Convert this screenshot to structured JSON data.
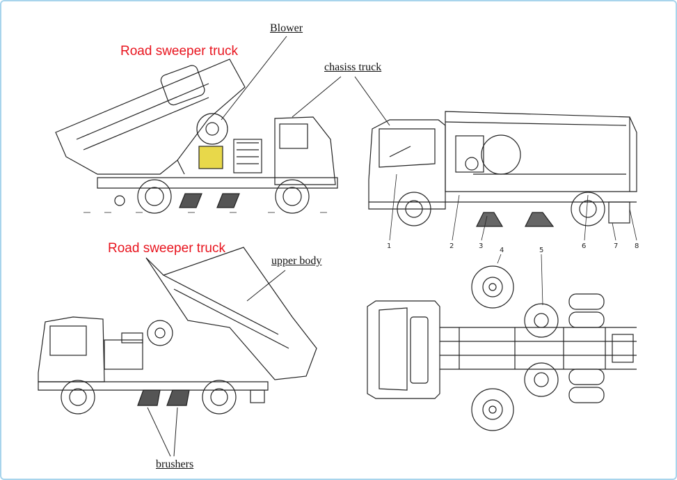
{
  "titles": {
    "top": "Road sweeper truck",
    "bottom": "Road sweeper truck"
  },
  "labels": {
    "blower": "Blower",
    "chassis": "chasiss truck",
    "upper_body": "upper body",
    "brushers": "brushers"
  },
  "part_numbers": [
    "1",
    "2",
    "3",
    "4",
    "5",
    "6",
    "7",
    "8"
  ],
  "colors": {
    "border": "#a8d4ec",
    "title": "#e8141e",
    "line": "#222222",
    "blower_box": "#e8d84a"
  }
}
